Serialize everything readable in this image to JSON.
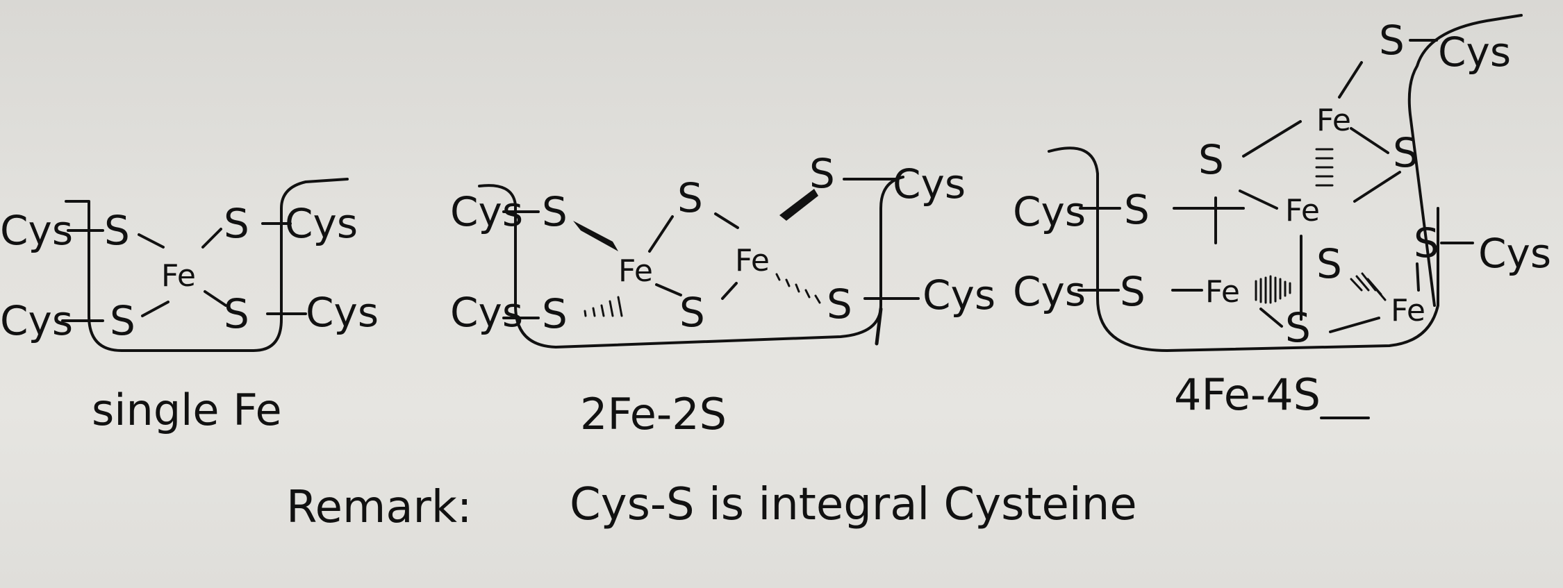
{
  "diagram": {
    "cys": "Cys",
    "sulfur": "S",
    "iron": "Fe",
    "captions": {
      "single": "single Fe",
      "two": "2Fe-2S",
      "four": "4Fe-4S"
    },
    "remark": {
      "label": "Remark:",
      "text": "Cys-S is integral Cysteine"
    }
  }
}
